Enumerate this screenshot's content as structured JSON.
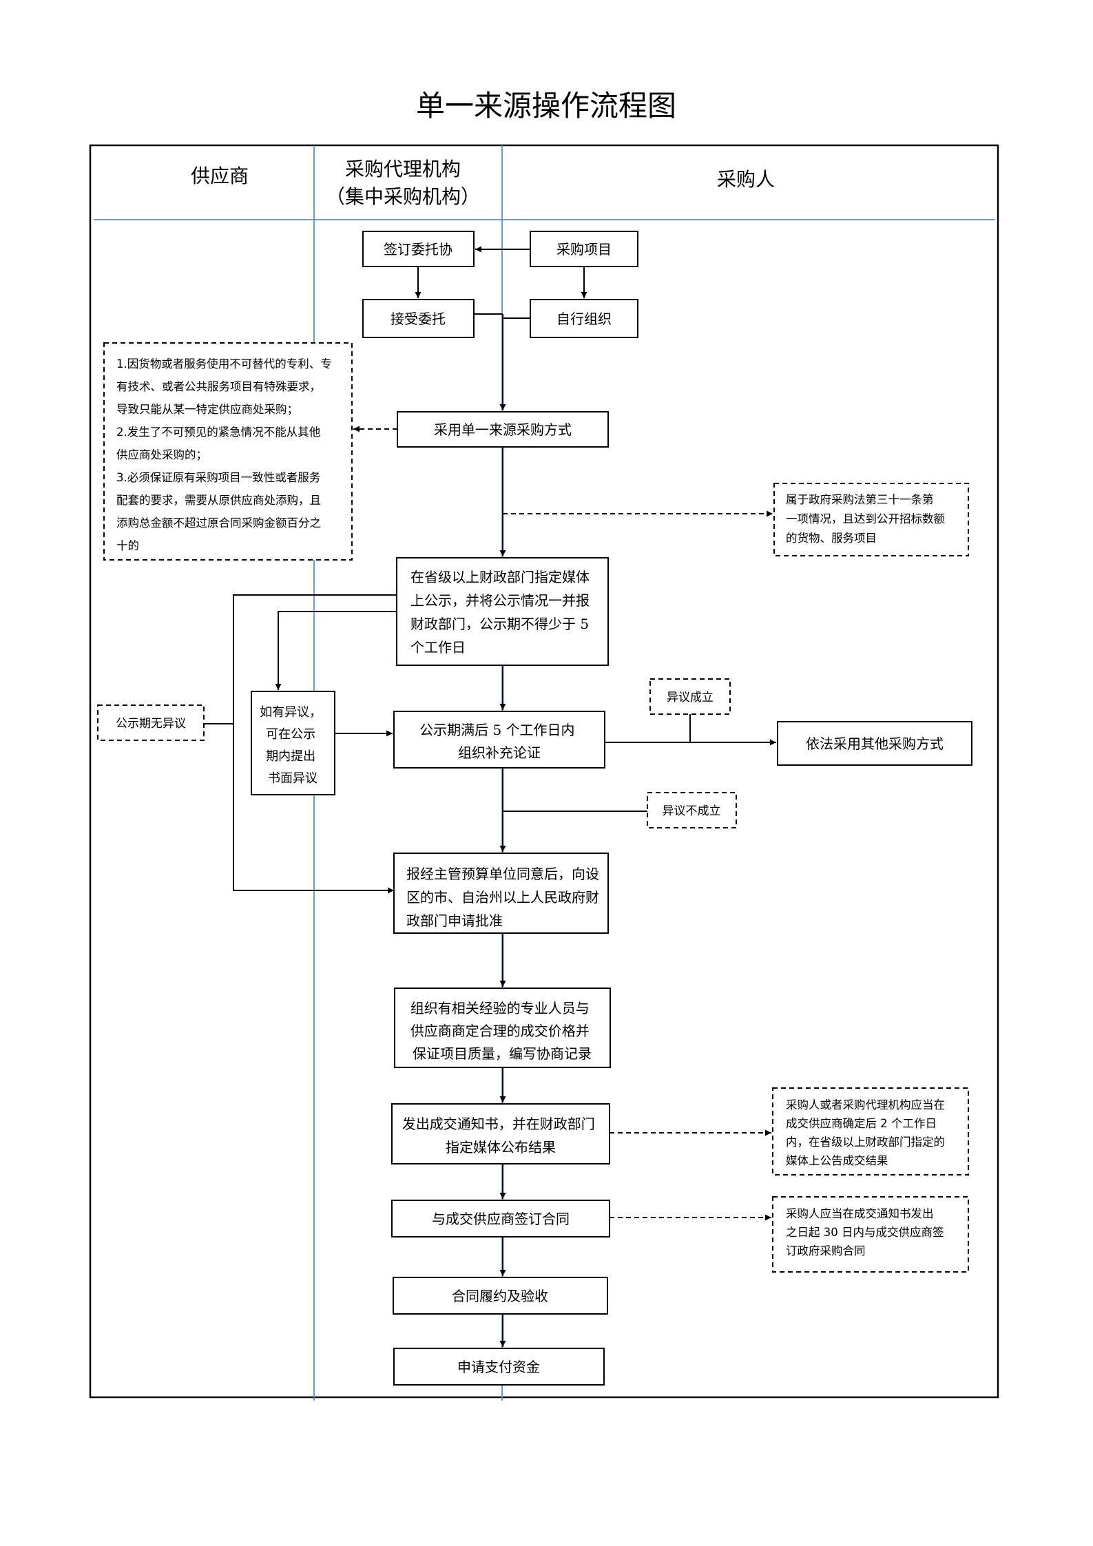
{
  "title": "单一来源操作流程图",
  "lanes": {
    "supplier": "供应商",
    "agency_line1": "采购代理机构",
    "agency_line2": "（集中采购机构）",
    "purchaser": "采购人"
  },
  "boxes": {
    "sign_entrust": "签订委托协",
    "purchase_project": "采购项目",
    "accept_entrust": "接受委托",
    "self_organize": "自行组织",
    "adopt_single_source": "采用单一来源采购方式",
    "publicity": [
      "在省级以上财政部门指定媒体",
      "上公示，并将公示情况一并报",
      "财政部门，公示期不得少于 5",
      "个工作日"
    ],
    "objection_submit": [
      "如有异议，",
      "可在公示",
      "期内提出",
      "书面异议"
    ],
    "expert_review": [
      "公示期满后 5 个工作日内",
      "组织补充论证"
    ],
    "other_method": "依法采用其他采购方式",
    "apply_approval": [
      "报经主管预算单位同意后，向设",
      "区的市、自治州以上人民政府财",
      "政部门申请批准"
    ],
    "negotiate": [
      "组织有相关经验的专业人员与",
      "供应商商定合理的成交价格并",
      "保证项目质量，编写协商记录"
    ],
    "issue_notice": [
      "发出成交通知书，并在财政部门",
      "指定媒体公布结果"
    ],
    "sign_contract": "与成交供应商签订合同",
    "perform_accept": "合同履约及验收",
    "apply_payment": "申请支付资金"
  },
  "notes": {
    "conditions": [
      "1.因货物或者服务使用不可替代的专利、专",
      "有技术、或者公共服务项目有特殊要求，",
      "导致只能从某一特定供应商处采购；",
      "2.发生了不可预见的紧急情况不能从其他",
      "供应商处采购的；",
      "3.必须保证原有采购项目一致性或者服务",
      "配套的要求，需要从原供应商处添购，且",
      "添购总金额不超过原合同采购金额百分之",
      "十的"
    ],
    "gov_law": [
      "属于政府采购法第三十一条第",
      "一项情况，且达到公开招标数额",
      "的货物、服务项目"
    ],
    "notice_rule": [
      "采购人或者采购代理机构应当在",
      "成交供应商确定后 2 个工作日",
      "内，在省级以上财政部门指定的",
      "媒体上公告成交结果"
    ],
    "contract_rule": [
      "采购人应当在成交通知书发出",
      "之日起 30 日内与成交供应商签",
      "订政府采购合同"
    ]
  },
  "tags": {
    "no_objection": "公示期无异议",
    "objection_valid": "异议成立",
    "objection_invalid": "异议不成立"
  }
}
